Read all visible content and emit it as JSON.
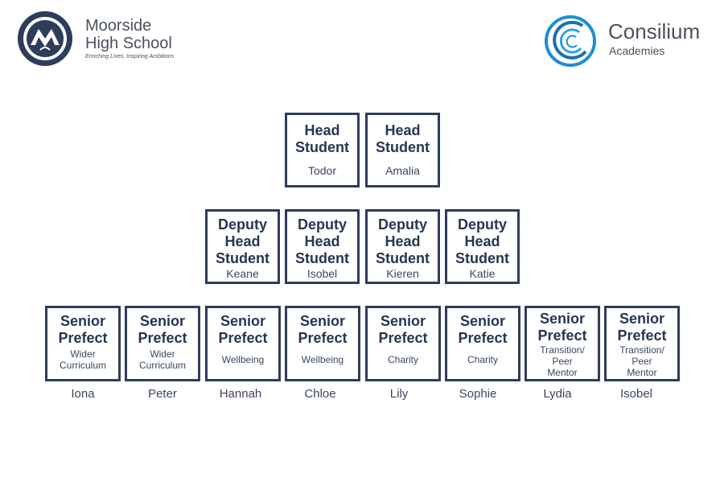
{
  "logos": {
    "school": {
      "line1": "Moorside",
      "line2": "High School",
      "tagline": "Enriching Lives, Inspiring Ambitions"
    },
    "trust": {
      "name": "Consilium",
      "sub": "Academies"
    }
  },
  "head_students": [
    {
      "title": "Head\nStudent",
      "name": "Todor"
    },
    {
      "title": "Head\nStudent",
      "name": "Amalia"
    }
  ],
  "deputy_head_students": [
    {
      "title": "Deputy\nHead\nStudent",
      "name": "Keane"
    },
    {
      "title": "Deputy\nHead\nStudent",
      "name": "Isobel"
    },
    {
      "title": "Deputy\nHead\nStudent",
      "name": "Kieren"
    },
    {
      "title": "Deputy\nHead\nStudent",
      "name": "Katie"
    }
  ],
  "senior_prefects": [
    {
      "title": "Senior\nPrefect",
      "area": "Wider\nCurriculum",
      "name": "Iona"
    },
    {
      "title": "Senior\nPrefect",
      "area": "Wider\nCurriculum",
      "name": "Peter"
    },
    {
      "title": "Senior\nPrefect",
      "area": "Wellbeing",
      "name": "Hannah"
    },
    {
      "title": "Senior\nPrefect",
      "area": "Wellbeing",
      "name": "Chloe"
    },
    {
      "title": "Senior\nPrefect",
      "area": "Charity",
      "name": "Lily"
    },
    {
      "title": "Senior\nPrefect",
      "area": "Charity",
      "name": "Sophie"
    },
    {
      "title": "Senior\nPrefect",
      "area": "Transition/\nPeer\nMentor",
      "name": "Lydia"
    },
    {
      "title": "Senior\nPrefect",
      "area": "Transition/\nPeer\nMentor",
      "name": "Isobel"
    }
  ],
  "colors": {
    "box_border": "#2e3d5c",
    "text": "#263652",
    "logo_navy": "#2e3d5c",
    "logo_blue": "#1d8fd1"
  }
}
